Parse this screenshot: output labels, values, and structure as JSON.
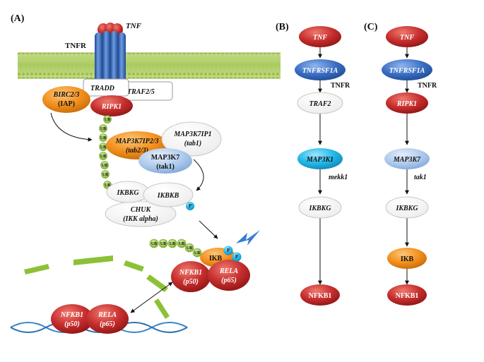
{
  "panels": {
    "a": "(A)",
    "b": "(B)",
    "c": "(C)"
  },
  "colors": {
    "red": "#c62e2e",
    "blue": "#3b6fc4",
    "light_blue": "#a9c6ea",
    "cyan": "#22b8ea",
    "orange": "#f3901e",
    "green": "#8fc13d",
    "membrane": "#a8c95a"
  },
  "panel_a": {
    "tnf": "TNF",
    "tnfr": "TNFR",
    "tradd": "TRADD",
    "traf": "TRAF2/5",
    "birc_line1": "BIRC2/3",
    "birc_line2": "(IAP)",
    "ripk1": "RIPK1",
    "map3k7ip23_line1": "MAP3K7IP2/3",
    "map3k7ip23_line2": "(tab2/3)",
    "map3k7ip1_line1": "MAP3K7IP1",
    "map3k7ip1_line2": "(tab1)",
    "map3k7_line1": "MAP3K7",
    "map3k7_line2": "(tak1)",
    "ikbkg": "IKBKG",
    "ikbkb": "IKBKB",
    "chuk_line1": "CHUK",
    "chuk_line2": "(IKK alpha)",
    "ub": "UB",
    "p": "P",
    "ikb": "IKB",
    "nfkb1_line1": "NFKB1",
    "nfkb1_line2": "(p50)",
    "rela_line1": "RELA",
    "rela_line2": "(p65)"
  },
  "panel_b": {
    "nodes": [
      "TNF",
      "TNFRSF1A",
      "TRAF2",
      "MAP3K1",
      "IKBKG",
      "NFKB1"
    ],
    "tnfr": "TNFR",
    "mekk1": "mekk1"
  },
  "panel_c": {
    "nodes": [
      "TNF",
      "TNFRSF1A",
      "RIPK1",
      "MAP3K7",
      "IKBKG",
      "IKB",
      "NFKB1"
    ],
    "tnfr": "TNFR",
    "tak1": "tak1"
  }
}
